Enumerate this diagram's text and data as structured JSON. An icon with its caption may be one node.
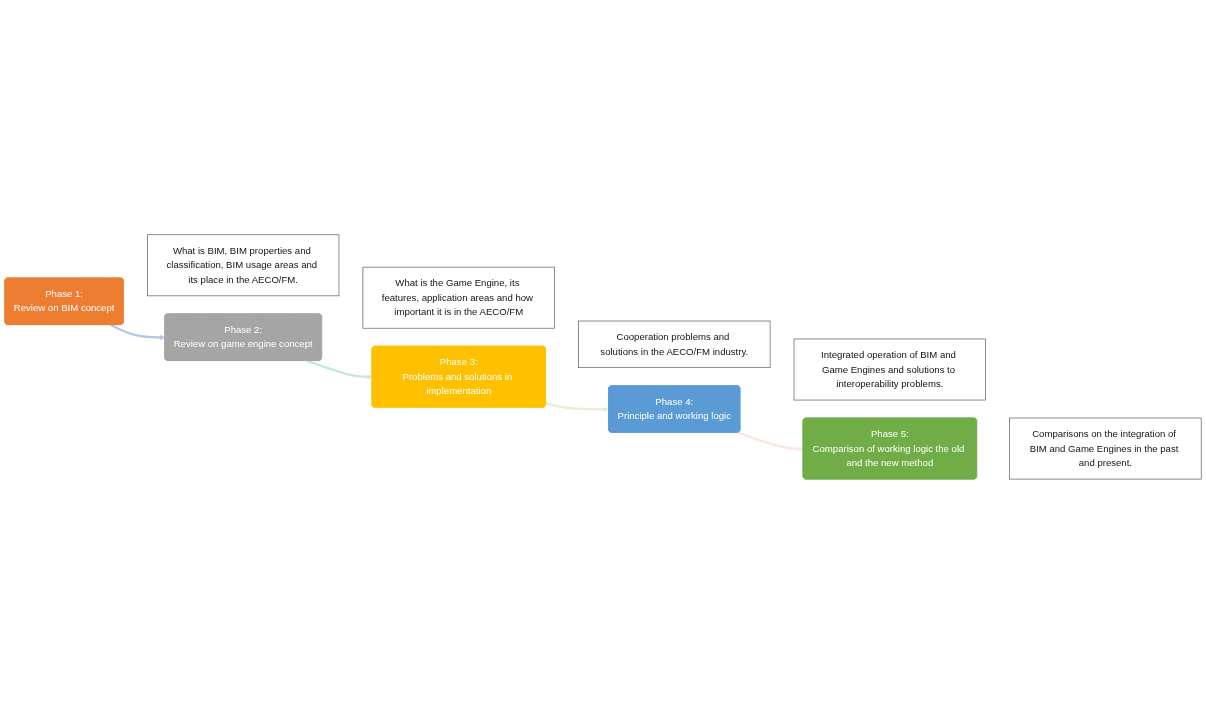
{
  "diagram": {
    "nodes": [
      {
        "text": [
          "Phase 1:",
          "Review on BIM concept"
        ]
      },
      {
        "text": [
          "What is BIM, BIM properties and classification, BIM usage areas and its place in the AECO/FM."
        ]
      },
      {
        "text": [
          "Phase 2:",
          "Review on game engine concept"
        ]
      },
      {
        "text": [
          "What is the Game Engine, its features, application areas and how important it is in the AECO/FM"
        ]
      },
      {
        "text": [
          "Phase 3:",
          "Problems and solutions in implementation"
        ]
      },
      {
        "text": [
          "Cooperation problems and solutions in the AECO/FM industry."
        ]
      },
      {
        "text": [
          "Phase 4:",
          "Principle and working logic"
        ]
      },
      {
        "text": [
          "Integrated operation of BIM and Game Engines and solutions to interoperability problems."
        ]
      },
      {
        "text": [
          "Phase 5:",
          "Comparison of working logic the old and the new method"
        ]
      },
      {
        "text": [
          "Comparisons on the integration of BIM and Game Engines in the past and present."
        ]
      }
    ],
    "edges": [
      {
        "from": 0,
        "to": 2,
        "arrow": "to",
        "color": "#b4c7e7"
      },
      {
        "from": 2,
        "to": 4,
        "arrow": "to",
        "color": "#c5e8d8"
      },
      {
        "from": 4,
        "to": 6,
        "arrow": "to",
        "color": "#e2f0d9"
      },
      {
        "from": 6,
        "to": 8,
        "arrow": "to",
        "color": "#fbe5e0"
      }
    ]
  }
}
